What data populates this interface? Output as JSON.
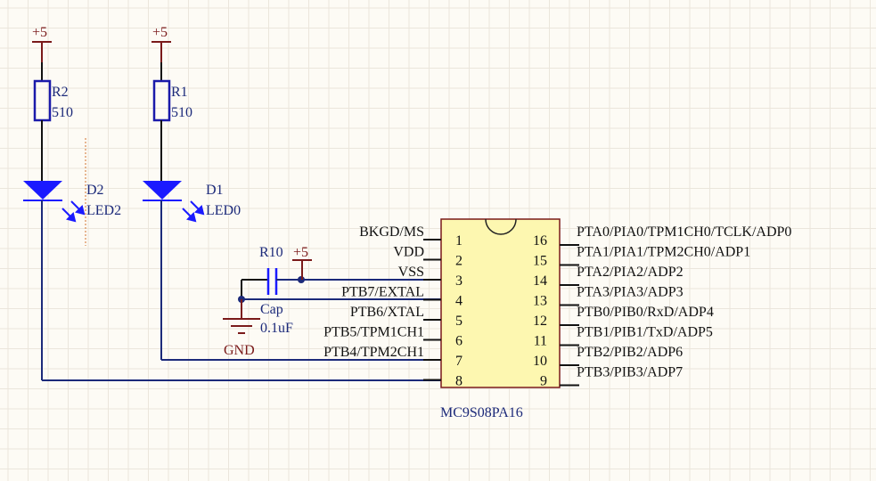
{
  "schematic": {
    "power": {
      "vcc_label_r2": "+5",
      "vcc_label_r1": "+5",
      "vcc_label_cap": "+5",
      "gnd_label": "GND"
    },
    "resistors": [
      {
        "ref": "R2",
        "value": "510"
      },
      {
        "ref": "R1",
        "value": "510"
      }
    ],
    "leds": [
      {
        "ref": "D2",
        "value": "LED2"
      },
      {
        "ref": "D1",
        "value": "LED0"
      }
    ],
    "capacitor": {
      "ref": "R10",
      "type": "Cap",
      "value": "0.1uF"
    },
    "ic": {
      "part": "MC9S08PA16",
      "left_pins": [
        {
          "num": "1",
          "name": "BKGD/MS"
        },
        {
          "num": "2",
          "name": "VDD"
        },
        {
          "num": "3",
          "name": "VSS"
        },
        {
          "num": "4",
          "name": "PTB7/EXTAL"
        },
        {
          "num": "5",
          "name": "PTB6/XTAL"
        },
        {
          "num": "6",
          "name": "PTB5/TPM1CH1"
        },
        {
          "num": "7",
          "name": "PTB4/TPM2CH1"
        },
        {
          "num": "8",
          "name": ""
        }
      ],
      "right_pins": [
        {
          "num": "16",
          "name": "PTA0/PIA0/TPM1CH0/TCLK/ADP0"
        },
        {
          "num": "15",
          "name": "PTA1/PIA1/TPM2CH0/ADP1"
        },
        {
          "num": "14",
          "name": "PTA2/PIA2/ADP2"
        },
        {
          "num": "13",
          "name": "PTA3/PIA3/ADP3"
        },
        {
          "num": "12",
          "name": "PTB0/PIB0/RxD/ADP4"
        },
        {
          "num": "11",
          "name": "PTB1/PIB1/TxD/ADP5"
        },
        {
          "num": "10",
          "name": "PTB2/PIB2/ADP6"
        },
        {
          "num": "9",
          "name": "PTB3/PIB3/ADP7"
        }
      ]
    },
    "colors": {
      "background": "#fdfbf5",
      "grid": "#e8e4dc",
      "wire": "#1c2a7a",
      "power": "#7a1a1a",
      "component": "#1a1aff",
      "ic_fill": "#fdf7b0"
    }
  }
}
